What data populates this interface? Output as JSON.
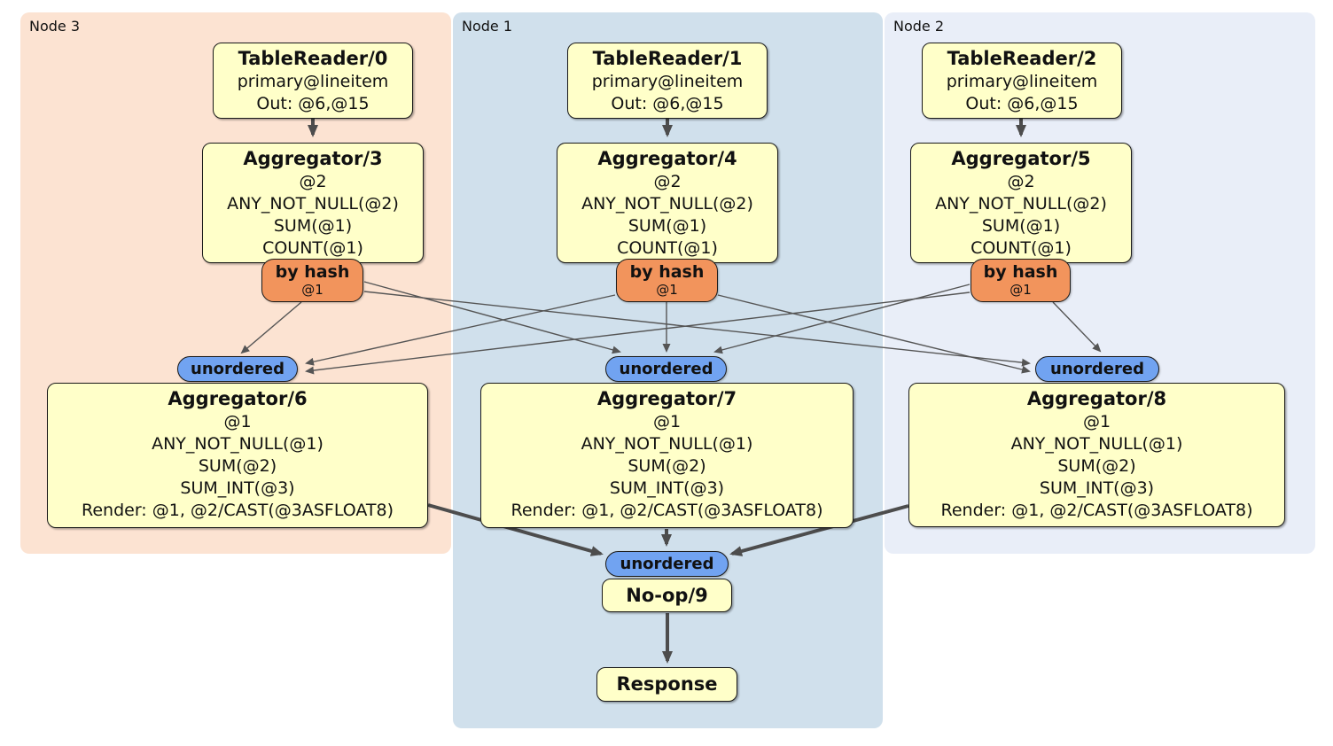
{
  "colors": {
    "node3_bg": "#FCE3D2",
    "node1_bg": "#D0E0EC",
    "node2_bg": "#E9EEF8",
    "box_bg": "#FFFFC9",
    "box_border": "#1A1A1A",
    "router_bg": "#F2945C",
    "sync_bg": "#71A3F1",
    "edge": "#4D4D4D",
    "edge_thin": "#555555"
  },
  "nodes": [
    {
      "label": "Node 3"
    },
    {
      "label": "Node 1"
    },
    {
      "label": "Node 2"
    }
  ],
  "table_readers": [
    {
      "title": "TableReader/0",
      "rows": [
        "primary@lineitem",
        "Out: @6,@15"
      ]
    },
    {
      "title": "TableReader/1",
      "rows": [
        "primary@lineitem",
        "Out: @6,@15"
      ]
    },
    {
      "title": "TableReader/2",
      "rows": [
        "primary@lineitem",
        "Out: @6,@15"
      ]
    }
  ],
  "stage1_aggregators": [
    {
      "title": "Aggregator/3",
      "rows": [
        "@2",
        "ANY_NOT_NULL(@2)",
        "SUM(@1)",
        "COUNT(@1)"
      ]
    },
    {
      "title": "Aggregator/4",
      "rows": [
        "@2",
        "ANY_NOT_NULL(@2)",
        "SUM(@1)",
        "COUNT(@1)"
      ]
    },
    {
      "title": "Aggregator/5",
      "rows": [
        "@2",
        "ANY_NOT_NULL(@2)",
        "SUM(@1)",
        "COUNT(@1)"
      ]
    }
  ],
  "routers": [
    {
      "label": "by hash",
      "detail": "@1"
    },
    {
      "label": "by hash",
      "detail": "@1"
    },
    {
      "label": "by hash",
      "detail": "@1"
    }
  ],
  "syncs": [
    {
      "label": "unordered"
    },
    {
      "label": "unordered"
    },
    {
      "label": "unordered"
    },
    {
      "label": "unordered"
    }
  ],
  "stage2_aggregators": [
    {
      "title": "Aggregator/6",
      "rows": [
        "@1",
        "ANY_NOT_NULL(@1)",
        "SUM(@2)",
        "SUM_INT(@3)",
        "Render: @1, @2/CAST(@3ASFLOAT8)"
      ]
    },
    {
      "title": "Aggregator/7",
      "rows": [
        "@1",
        "ANY_NOT_NULL(@1)",
        "SUM(@2)",
        "SUM_INT(@3)",
        "Render: @1, @2/CAST(@3ASFLOAT8)"
      ]
    },
    {
      "title": "Aggregator/8",
      "rows": [
        "@1",
        "ANY_NOT_NULL(@1)",
        "SUM(@2)",
        "SUM_INT(@3)",
        "Render: @1, @2/CAST(@3ASFLOAT8)"
      ]
    }
  ],
  "noop": {
    "title": "No-op/9"
  },
  "response": {
    "title": "Response"
  }
}
